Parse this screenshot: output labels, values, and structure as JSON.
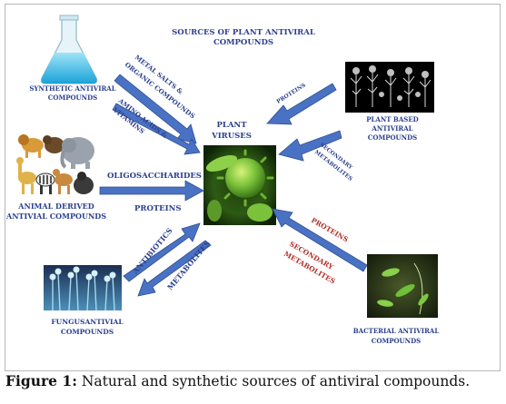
{
  "title": "SOURCES OF PLANT ANTIVIRAL COMPOUNDS",
  "center": {
    "label_line1": "PLANT",
    "label_line2": "VIRUSES"
  },
  "sources": {
    "synthetic": {
      "line1": "SYNTHETIC  ANTIVIRAL",
      "line2": "COMPOUNDS"
    },
    "plant": {
      "line1": "PLANT BASED",
      "line2": "ANTIVIRAL",
      "line3": "COMPOUNDS"
    },
    "animal": {
      "line1": "ANIMAL DERIVED",
      "line2": "ANTIVIAL COMPOUNDS"
    },
    "fungus": {
      "line1": "FUNGUSANTIVIAL",
      "line2": "COMPOUNDS"
    },
    "bacterial": {
      "line1": "BACTERIAL  ANTIVIRAL",
      "line2": "COMPOUNDS"
    }
  },
  "arrow_labels": {
    "metal_salts_line1": "METAL SALTS &",
    "metal_salts_line2": "ORGANIC COMPOUNDS",
    "amino_acids_line1": "AMINO ACIDS &",
    "amino_acids_line2": "VITAMINS",
    "plant_proteins": "PROTEINS",
    "secondary_metabolites_line1": "SECONDARY",
    "secondary_metabolites_line2": "METABOLITES",
    "oligosaccharides": "OLIGOSACCHARIDES",
    "animal_proteins": "PROTEINS",
    "antibiotics": "ANTIBIOTICS",
    "metabolites": "METABOLITES",
    "bacterial_proteins": "PROTEINS",
    "bacterial_secondary_line1": "SECONDARY",
    "bacterial_secondary_line2": "METABOLITES"
  },
  "caption": {
    "label": "Figure 1:",
    "text": " Natural and synthetic sources of antiviral compounds."
  },
  "colors": {
    "arrow_fill": "#4a72c4",
    "arrow_stroke": "#2f4f8f",
    "label_blue": "#2a3f8f",
    "label_red": "#b0302a",
    "virus_green": "#5fae2e"
  }
}
